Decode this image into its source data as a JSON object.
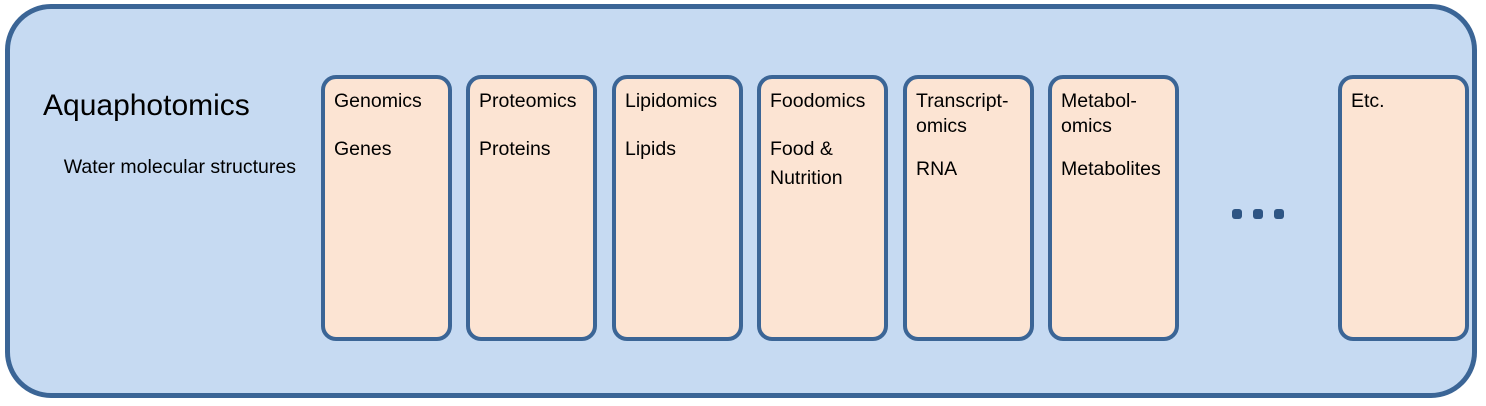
{
  "diagram": {
    "title": "Aquaphotomics",
    "subtitle": "Water molecular structures",
    "panel_color": "#c6daf2",
    "border_color": "#3b6596",
    "card_color": "#fce4d3",
    "dot_color": "#2e5584"
  },
  "cards": [
    {
      "title": "Genomics",
      "desc": "Genes"
    },
    {
      "title": "Proteomics",
      "desc": "Proteins"
    },
    {
      "title": "Lipidomics",
      "desc": "Lipids"
    },
    {
      "title": "Foodomics",
      "desc": "Food & Nutrition"
    },
    {
      "title": "Transcript-omics",
      "desc": "RNA"
    },
    {
      "title": "Metabol-omics",
      "desc": "Metabolites"
    },
    {
      "title": "Etc.",
      "desc": ""
    }
  ],
  "ellipsis": {
    "label": "..."
  }
}
